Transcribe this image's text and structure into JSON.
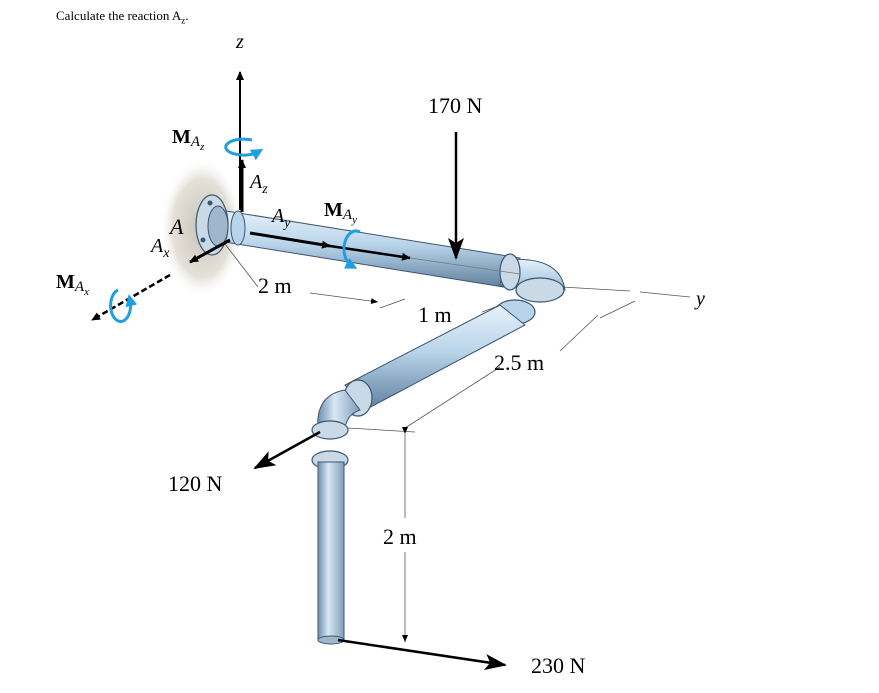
{
  "question": {
    "text": "Calculate the reaction A",
    "subscript": "z",
    "suffix": "."
  },
  "axes": {
    "z": "z",
    "y": "y"
  },
  "point": {
    "A": "A"
  },
  "reactions": {
    "Az_base": "A",
    "Az_sub": "z",
    "Ay_base": "A",
    "Ay_sub": "y",
    "Ax_base": "A",
    "Ax_sub": "x"
  },
  "moments": {
    "MAz_base": "M",
    "MAz_mid": "A",
    "MAz_sub": "z",
    "MAy_base": "M",
    "MAy_mid": "A",
    "MAy_sub": "y",
    "MAx_base": "M",
    "MAx_mid": "A",
    "MAx_sub": "x"
  },
  "forces": {
    "f170": "170 N",
    "f120": "120 N",
    "f230": "230 N"
  },
  "dimensions": {
    "d2m_a": "2 m",
    "d1m": "1 m",
    "d2_5m": "2.5 m",
    "d2m_b": "2 m"
  },
  "colors": {
    "moment_arrow": "#1e9fe0",
    "pipe": "#b8d4ea",
    "pipe_dark": "#6d8fae",
    "wall": "#d9d5cc"
  }
}
